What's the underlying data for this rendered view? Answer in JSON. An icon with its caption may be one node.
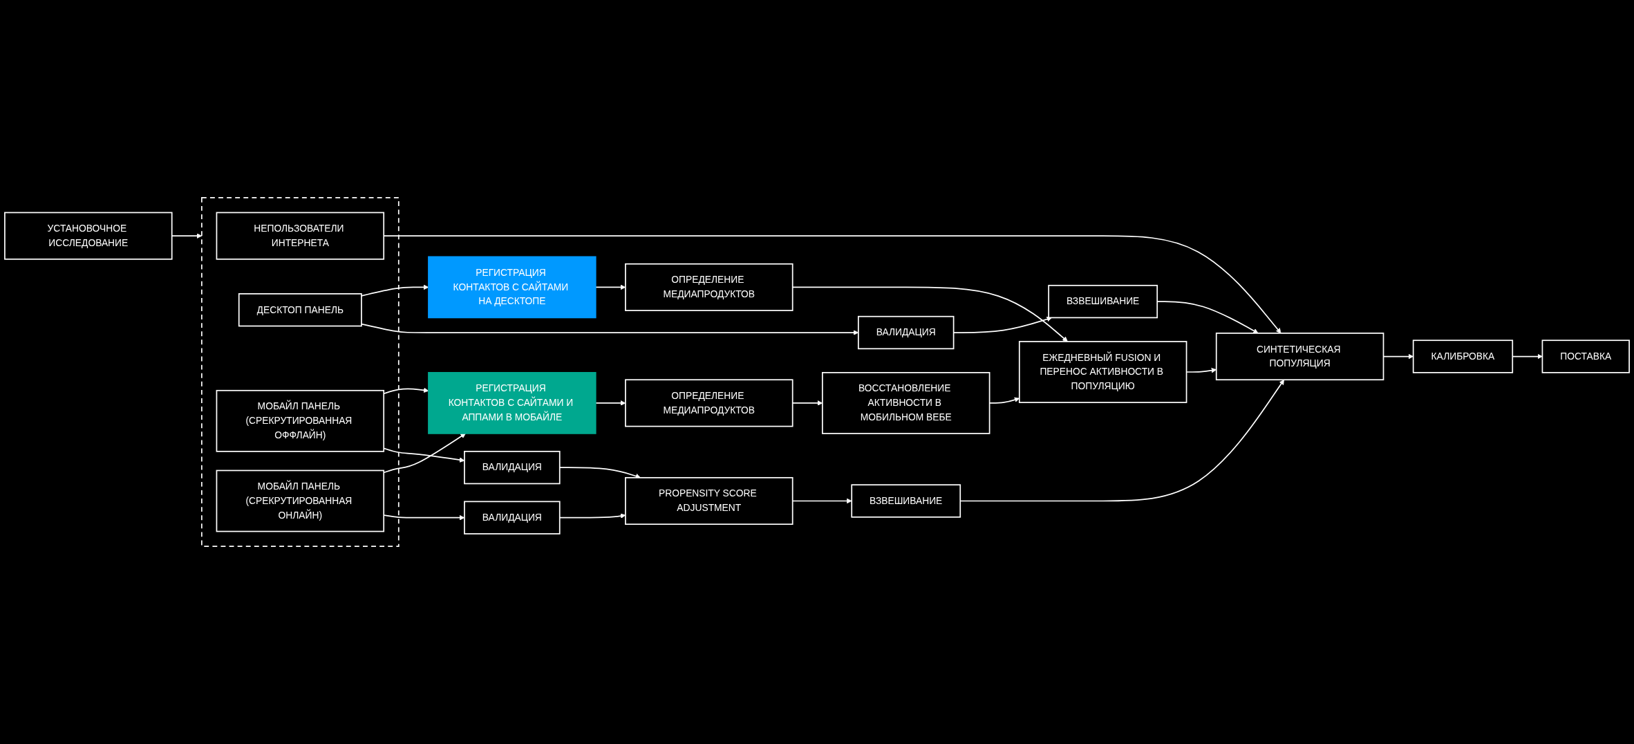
{
  "diagram": {
    "nodes": [
      {
        "text": [
          "РЕГИСТРАЦИЯ КОНТАКТОВ С САЙТАМИ И АППАМИ В МОБАЙЛЕ"
        ]
      },
      {
        "text": [
          "ОПРЕДЕЛЕНИЕ МЕДИАПРОДУКТОВ"
        ]
      },
      {
        "text": [
          "ВОССТАНОВЛЕНИЕ АКТИВНОСТИ В МОБИЛЬНОМ ВЕБЕ"
        ]
      },
      {
        "text": [
          "РЕГИСТРАЦИЯ КОНТАКТОВ С САЙТАМИ НА ДЕСКТОПЕ"
        ]
      },
      {
        "text": [
          "ОПРЕДЕЛЕНИЕ МЕДИАПРОДУКТОВ"
        ]
      },
      {
        "text": [],
        "shape": "box"
      },
      {
        "text": [
          "НЕПОЛЬЗОВАТЕЛИ ИНТЕРНЕТА"
        ],
        "in": 5
      },
      {
        "text": [
          "ДЕСКТОП ПАНЕЛЬ"
        ],
        "in": 5
      },
      {
        "text": [
          "МОБАЙЛ ПАНЕЛЬ (СРЕКРУТИРОВАННАЯ ОФФЛАЙН)"
        ],
        "in": 5
      },
      {
        "text": [
          "МОБАЙЛ ПАНЕЛЬ (СРЕКРУТИРОВАННАЯ ОНЛАЙН)"
        ],
        "in": 5
      },
      {
        "text": [
          "ВАЛИДАЦИЯ"
        ]
      },
      {
        "text": [
          "ВЗВЕШИВАНИЕ"
        ]
      },
      {
        "text": [
          "ВАЛИДАЦИЯ"
        ]
      },
      {
        "text": [
          "ВАЛИДАЦИЯ"
        ]
      },
      {
        "text": [
          "PROPENSITY SCORE ADJUSTMENT"
        ]
      },
      {
        "text": [
          "ВЗВЕШИВАНИЕ"
        ]
      },
      {
        "text": [
          "СИНТЕТИЧЕСКАЯ ПОПУЛЯЦИЯ"
        ]
      },
      {
        "text": [
          "ЕЖЕДНЕВНЫЙ FUSION И ПЕРЕНОС АКТИВНОСТИ В ПОПУЛЯЦИЮ"
        ]
      },
      {
        "text": [
          "УСТАНОВОЧНОЕ ИССЛЕДОВАНИЕ"
        ]
      },
      {
        "text": [
          "КАЛИБРОВКА"
        ]
      },
      {
        "text": [
          "ПОСТАВКА"
        ]
      }
    ],
    "edges": [
      {
        "from": 0,
        "to": 1,
        "arrow": "to"
      },
      {
        "from": 1,
        "to": 2,
        "arrow": "to"
      },
      {
        "from": 2,
        "to": 17,
        "arrow": "to"
      },
      {
        "from": 3,
        "to": 4,
        "arrow": "to"
      },
      {
        "from": 4,
        "to": 17,
        "arrow": "to"
      },
      {
        "from": 8,
        "to": 0,
        "arrow": "to"
      },
      {
        "from": 9,
        "to": 0,
        "arrow": "to"
      },
      {
        "from": 7,
        "to": 3,
        "arrow": "to"
      },
      {
        "from": 6,
        "to": 16,
        "arrow": "to"
      },
      {
        "from": 7,
        "to": 10,
        "arrow": "to"
      },
      {
        "from": 10,
        "to": 11,
        "arrow": "to"
      },
      {
        "from": 11,
        "to": 16,
        "arrow": "to"
      },
      {
        "from": 8,
        "to": 12,
        "arrow": "to"
      },
      {
        "from": 9,
        "to": 13,
        "arrow": "to"
      },
      {
        "from": 12,
        "to": 14,
        "arrow": "to"
      },
      {
        "from": 13,
        "to": 14,
        "arrow": "to"
      },
      {
        "from": 14,
        "to": 15,
        "arrow": "to"
      },
      {
        "from": 15,
        "to": 16,
        "arrow": "to"
      },
      {
        "from": 17,
        "to": 16,
        "arrow": "to"
      },
      {
        "from": 18,
        "to": 5,
        "arrow": "to"
      },
      {
        "from": 16,
        "to": 19,
        "arrow": "to"
      },
      {
        "from": 19,
        "to": 20,
        "arrow": "to"
      }
    ]
  }
}
